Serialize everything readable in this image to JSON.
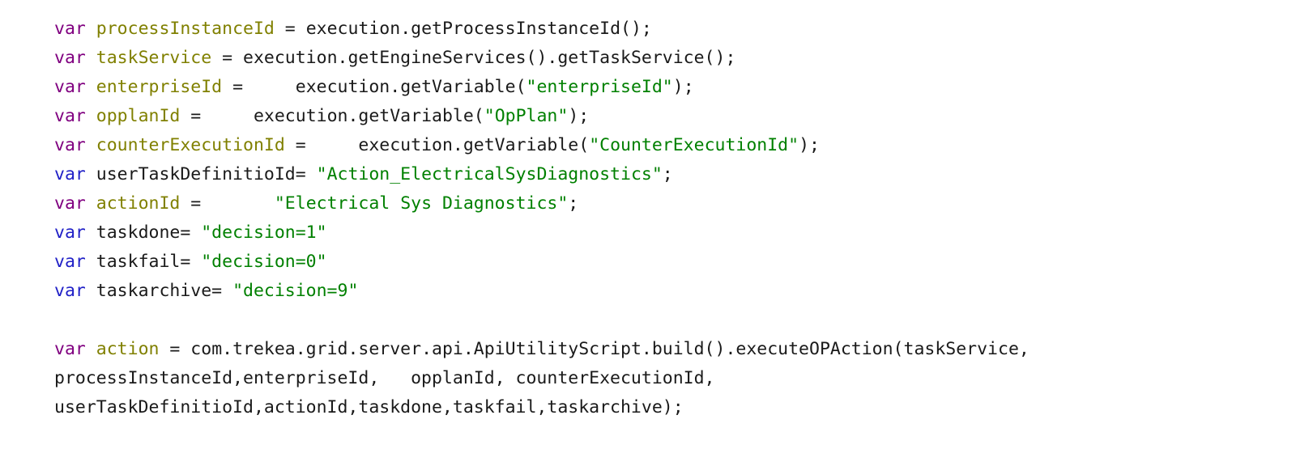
{
  "editor": {
    "name": "script-source-editor",
    "language": "javascript",
    "background_color": "#ffffff",
    "colors": {
      "keyword_purple": "#800080",
      "keyword_blue": "#2121c7",
      "identifier_olive": "#808000",
      "string_green": "#008000",
      "plain_black": "#1a1a1a"
    },
    "lines": [
      {
        "index": 1,
        "tokens": [
          {
            "text": "var",
            "style": "kw-purple"
          },
          {
            "text": " ",
            "style": "plain"
          },
          {
            "text": "processInstanceId",
            "style": "ident"
          },
          {
            "text": " = execution.getProcessInstanceId();",
            "style": "plain"
          }
        ]
      },
      {
        "index": 2,
        "tokens": [
          {
            "text": "var",
            "style": "kw-purple"
          },
          {
            "text": " ",
            "style": "plain"
          },
          {
            "text": "taskService",
            "style": "ident"
          },
          {
            "text": " = execution.getEngineServices().getTaskService();",
            "style": "plain"
          }
        ]
      },
      {
        "index": 3,
        "tokens": [
          {
            "text": "var",
            "style": "kw-purple"
          },
          {
            "text": " ",
            "style": "plain"
          },
          {
            "text": "enterpriseId",
            "style": "ident"
          },
          {
            "text": " =     execution.getVariable(",
            "style": "plain"
          },
          {
            "text": "\"enterpriseId\"",
            "style": "string"
          },
          {
            "text": ");",
            "style": "plain"
          }
        ]
      },
      {
        "index": 4,
        "tokens": [
          {
            "text": "var",
            "style": "kw-purple"
          },
          {
            "text": " ",
            "style": "plain"
          },
          {
            "text": "opplanId",
            "style": "ident"
          },
          {
            "text": " =     execution.getVariable(",
            "style": "plain"
          },
          {
            "text": "\"OpPlan\"",
            "style": "string"
          },
          {
            "text": ");",
            "style": "plain"
          }
        ]
      },
      {
        "index": 5,
        "tokens": [
          {
            "text": "var",
            "style": "kw-purple"
          },
          {
            "text": " ",
            "style": "plain"
          },
          {
            "text": "counterExecutionId",
            "style": "ident"
          },
          {
            "text": " =     execution.getVariable(",
            "style": "plain"
          },
          {
            "text": "\"CounterExecutionId\"",
            "style": "string"
          },
          {
            "text": ");",
            "style": "plain"
          }
        ]
      },
      {
        "index": 6,
        "tokens": [
          {
            "text": "var",
            "style": "kw-blue"
          },
          {
            "text": " userTaskDefinitioId= ",
            "style": "plain"
          },
          {
            "text": "\"Action_ElectricalSysDiagnostics\"",
            "style": "string"
          },
          {
            "text": ";",
            "style": "plain"
          }
        ]
      },
      {
        "index": 7,
        "tokens": [
          {
            "text": "var",
            "style": "kw-purple"
          },
          {
            "text": " ",
            "style": "plain"
          },
          {
            "text": "actionId",
            "style": "ident"
          },
          {
            "text": " =       ",
            "style": "plain"
          },
          {
            "text": "\"Electrical Sys Diagnostics\"",
            "style": "string"
          },
          {
            "text": ";",
            "style": "plain"
          }
        ]
      },
      {
        "index": 8,
        "tokens": [
          {
            "text": "var",
            "style": "kw-blue"
          },
          {
            "text": " taskdone= ",
            "style": "plain"
          },
          {
            "text": "\"decision=1\"",
            "style": "string"
          }
        ]
      },
      {
        "index": 9,
        "tokens": [
          {
            "text": "var",
            "style": "kw-blue"
          },
          {
            "text": " taskfail= ",
            "style": "plain"
          },
          {
            "text": "\"decision=0\"",
            "style": "string"
          }
        ]
      },
      {
        "index": 10,
        "tokens": [
          {
            "text": "var",
            "style": "kw-blue"
          },
          {
            "text": " taskarchive= ",
            "style": "plain"
          },
          {
            "text": "\"decision=9\"",
            "style": "string"
          }
        ]
      },
      {
        "index": 11,
        "tokens": []
      },
      {
        "index": 12,
        "tokens": [
          {
            "text": "var",
            "style": "kw-purple"
          },
          {
            "text": " ",
            "style": "plain"
          },
          {
            "text": "action",
            "style": "ident"
          },
          {
            "text": " = com.trekea.grid.server.api.ApiUtilityScript.build().executeOPAction(taskService,",
            "style": "plain"
          }
        ]
      },
      {
        "index": 13,
        "tokens": [
          {
            "text": "processInstanceId,enterpriseId,   opplanId, counterExecutionId,",
            "style": "plain"
          }
        ]
      },
      {
        "index": 14,
        "tokens": [
          {
            "text": "userTaskDefinitioId,actionId,taskdone,taskfail,taskarchive);",
            "style": "plain"
          }
        ]
      }
    ]
  }
}
